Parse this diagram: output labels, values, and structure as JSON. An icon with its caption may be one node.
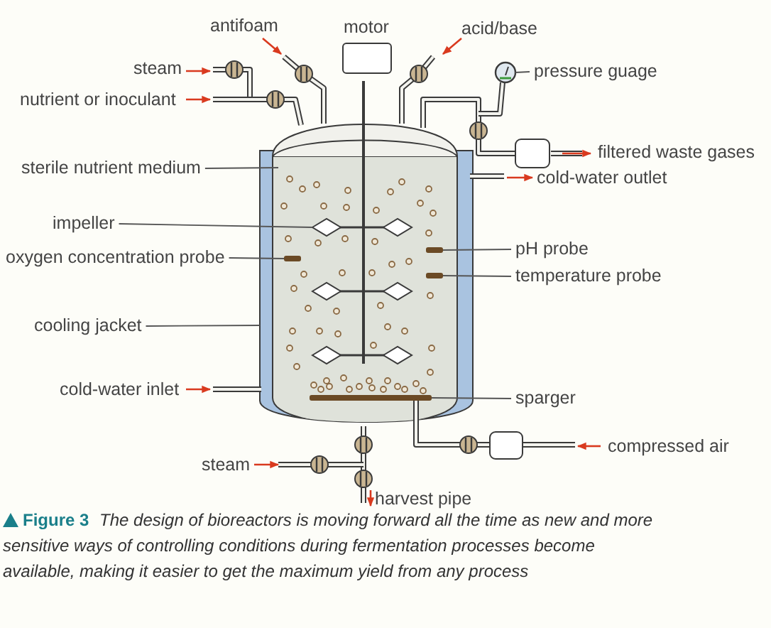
{
  "diagram": {
    "caption": "**Figure 3** The design of bioreactors is moving forward all the time as new and more sensitive ways of controlling conditions during fermentation processes become available, making it easier to get the maximum yield from any process",
    "nodes": [
      {
        "text": [
          "motor"
        ]
      },
      {
        "text": [
          "pressure guage"
        ]
      },
      {
        "text": [],
        "shape": "circle"
      },
      {
        "text": [
          "sterile nutrient medium"
        ]
      },
      {
        "text": [],
        "shape": "box",
        "in": 14
      },
      {
        "text": [
          "impeller"
        ]
      },
      {
        "text": [],
        "shape": "diamond",
        "in": 4
      },
      {
        "text": [
          "oxygen concentration probe"
        ]
      },
      {
        "text": [],
        "shape": "bar",
        "in": 4
      },
      {
        "text": [
          "pH probe"
        ]
      },
      {
        "text": [],
        "shape": "bar",
        "in": 4
      },
      {
        "text": [
          "temperature probe"
        ]
      },
      {
        "text": [],
        "shape": "bar",
        "in": 4
      },
      {
        "text": [
          "cooling jacket"
        ]
      },
      {
        "text": [],
        "shape": "box"
      },
      {
        "text": [
          "sparger"
        ]
      },
      {
        "text": [],
        "shape": "bar",
        "in": 4
      },
      {
        "text": [],
        "shape": "diamond",
        "in": 4
      },
      {
        "text": [],
        "shape": "diamond",
        "in": 4
      }
    ],
    "edges": [
      {
        "from": 1,
        "to": 2,
        "arrow": "none"
      },
      {
        "from": 3,
        "to": 4,
        "arrow": "none"
      },
      {
        "from": 5,
        "to": 6,
        "arrow": "none"
      },
      {
        "from": 7,
        "to": 8,
        "arrow": "none"
      },
      {
        "from": 9,
        "to": 10,
        "arrow": "none"
      },
      {
        "from": 11,
        "to": 12,
        "arrow": "none"
      },
      {
        "from": 13,
        "to": 14,
        "arrow": "none"
      },
      {
        "from": 15,
        "to": 16,
        "arrow": "none"
      }
    ],
    "labels": [
      "antifoam",
      "acid/base",
      "steam",
      "nutrient or inoculant",
      "filtered waste gases",
      "cold-water outlet",
      "cold-water inlet",
      "compressed air",
      "steam",
      "harvest pipe"
    ]
  }
}
